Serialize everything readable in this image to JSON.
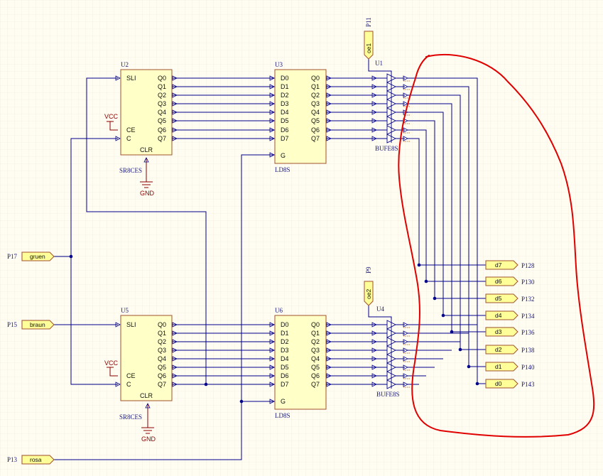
{
  "colors": {
    "background": "#fffdf2",
    "grid": "#ece8d4",
    "wire": "#00008b",
    "chip_fill": "#ffffc8",
    "chip_stroke": "#a0522d",
    "port_fill": "#ffff99",
    "power": "#8b0000",
    "annotation": "#e00000"
  },
  "chips": {
    "u2": {
      "ref": "U2",
      "type": "SR8CES",
      "left_pins": [
        "SLI",
        "CE",
        "C"
      ],
      "right_pins": [
        "Q0",
        "Q1",
        "Q2",
        "Q3",
        "Q4",
        "Q5",
        "Q6",
        "Q7"
      ],
      "bottom_pin": "CLR"
    },
    "u5": {
      "ref": "U5",
      "type": "SR8CES",
      "left_pins": [
        "SLI",
        "CE",
        "C"
      ],
      "right_pins": [
        "Q0",
        "Q1",
        "Q2",
        "Q3",
        "Q4",
        "Q5",
        "Q6",
        "Q7"
      ],
      "bottom_pin": "CLR"
    },
    "u3": {
      "ref": "U3",
      "type": "LD8S",
      "left_pins": [
        "D0",
        "D1",
        "D2",
        "D3",
        "D4",
        "D5",
        "D6",
        "D7",
        "G"
      ],
      "right_pins": [
        "Q0",
        "Q1",
        "Q2",
        "Q3",
        "Q4",
        "Q5",
        "Q6",
        "Q7"
      ]
    },
    "u6": {
      "ref": "U6",
      "type": "LD8S",
      "left_pins": [
        "D0",
        "D1",
        "D2",
        "D3",
        "D4",
        "D5",
        "D6",
        "D7",
        "G"
      ],
      "right_pins": [
        "Q0",
        "Q1",
        "Q2",
        "Q3",
        "Q4",
        "Q5",
        "Q6",
        "Q7"
      ]
    }
  },
  "buffers": {
    "u1": {
      "ref": "U1",
      "type": "BUFE8S"
    },
    "u4": {
      "ref": "U4",
      "type": "BUFE8S"
    }
  },
  "power": {
    "vcc_label": "VCC",
    "gnd_label": "GND"
  },
  "input_ports": {
    "p17": {
      "pin": "P17",
      "net": "gruen"
    },
    "p15": {
      "pin": "P15",
      "net": "braun"
    },
    "p13": {
      "pin": "P13",
      "net": "rosa"
    }
  },
  "enable_ports": {
    "p11": {
      "pin": "P11",
      "net": "oe1"
    },
    "p9": {
      "pin": "P9",
      "net": "oe2"
    }
  },
  "output_ports": [
    {
      "net": "d7",
      "pin": "P128"
    },
    {
      "net": "d6",
      "pin": "P130"
    },
    {
      "net": "d5",
      "pin": "P132"
    },
    {
      "net": "d4",
      "pin": "P134"
    },
    {
      "net": "d3",
      "pin": "P136"
    },
    {
      "net": "d2",
      "pin": "P138"
    },
    {
      "net": "d1",
      "pin": "P140"
    },
    {
      "net": "d0",
      "pin": "P143"
    }
  ]
}
